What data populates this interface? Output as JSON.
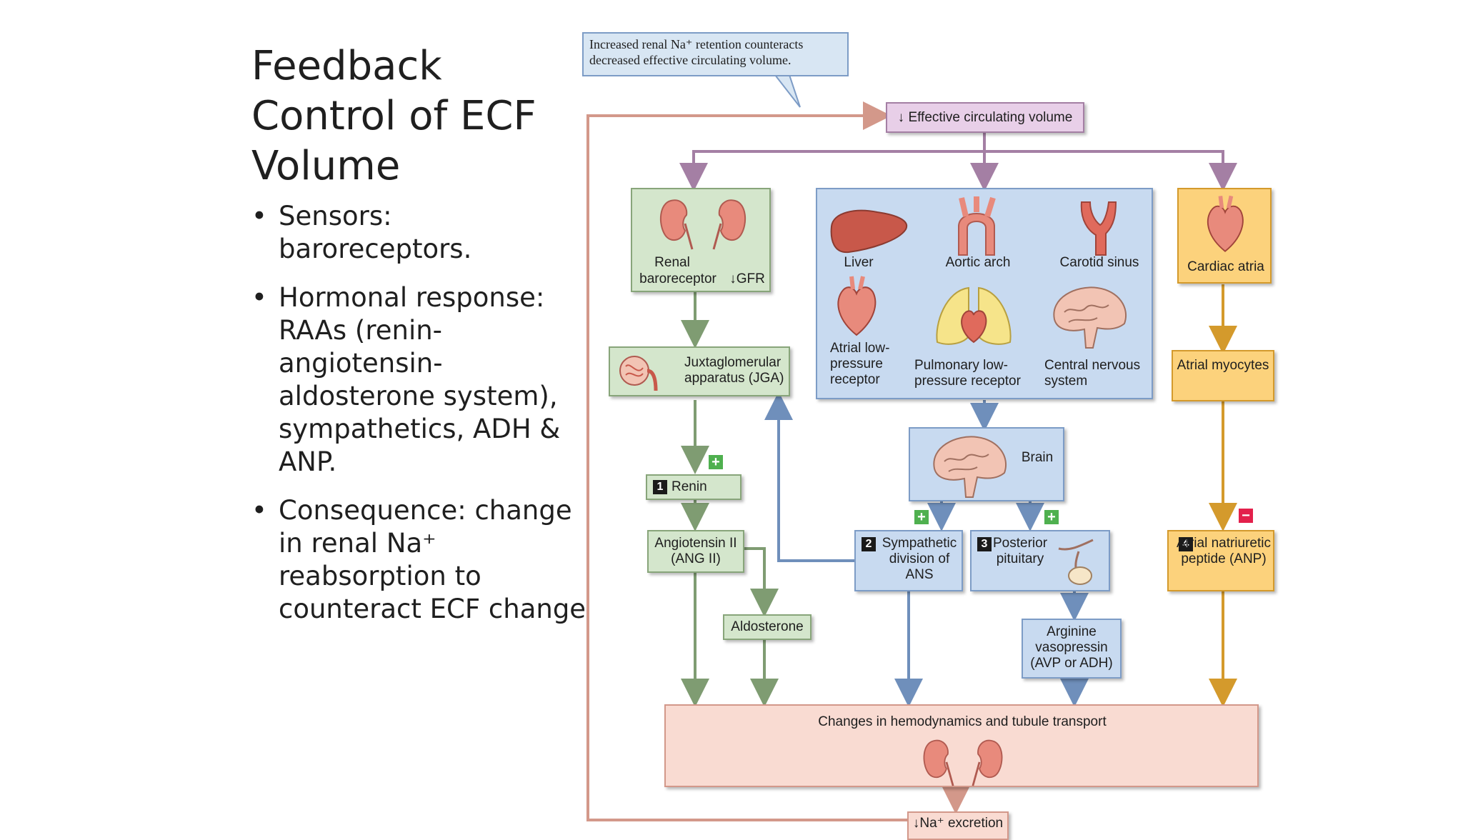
{
  "slide": {
    "title_lines": [
      "Feedback",
      "Control of ECF",
      "Volume"
    ],
    "bullets": [
      "Sensors: baroreceptors.",
      "Hormonal response: RAAs (renin-angiotensin-aldosterone system), sympathetics, ADH & ANP.",
      "Consequence: change in renal Na⁺ reabsorption to counteract ECF change"
    ]
  },
  "diagram": {
    "callout": "Increased renal Na⁺ retention counteracts decreased effective circulating volume.",
    "top_box": "↓ Effective circulating volume",
    "renal": {
      "line1": "Renal",
      "line2": "baroreceptor",
      "gfr": "↓GFR"
    },
    "sensors": {
      "liver": "Liver",
      "aortic_arch": "Aortic arch",
      "carotid_sinus": "Carotid sinus",
      "atrial_low": "Atrial low-pressure receptor",
      "pulmonary_low": "Pulmonary low-pressure receptor",
      "cns": "Central nervous system"
    },
    "cardiac_atria": "Cardiac atria",
    "jga": "Juxtaglomerular apparatus (JGA)",
    "renin": {
      "num": "1",
      "label": "Renin"
    },
    "ang2": "Angiotensin II (ANG II)",
    "aldosterone": "Aldosterone",
    "brain": "Brain",
    "sympathetic": {
      "num": "2",
      "label": "Sympathetic division of ANS"
    },
    "posterior_pituitary": {
      "num": "3",
      "label": "Posterior pituitary"
    },
    "avp": "Arginine vasopressin (AVP or ADH)",
    "atrial_myocytes": "Atrial myocytes",
    "anp": {
      "num": "4",
      "label": "Atrial natriuretic peptide (ANP)"
    },
    "hemodynamics": "Changes in hemodynamics and tubule transport",
    "na_excretion": "↓Na⁺ excretion",
    "signs": {
      "plus": "+",
      "minus": "−"
    },
    "colors": {
      "green": "#d4e6cc",
      "blue": "#c8daf0",
      "orange": "#fcd27c",
      "pink": "#f9dbd2",
      "lavender": "#e8cfe8"
    }
  }
}
